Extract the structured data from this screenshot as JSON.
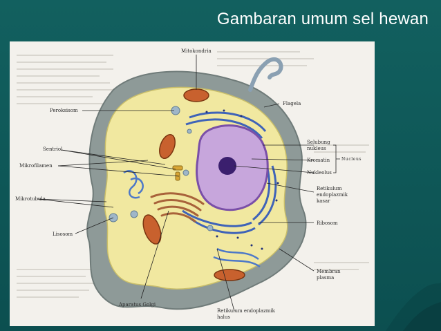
{
  "slide": {
    "title": "Gambaran umum sel hewan"
  },
  "diagram": {
    "labels": {
      "mitokondria": "Mitokondria",
      "flagela": "Flagela",
      "peroksisom": "Peroksisom",
      "sentriol": "Sentriol",
      "mikrofilamen": "Mikrofilamen",
      "mikrotubula": "Mikrotubula",
      "lisosom": "Lisosom",
      "aparatus_golgi": "Aparatus Golgi",
      "retikulum_halus_1": "Retikulum endoplazmik",
      "retikulum_halus_2": "halus",
      "membran_plasma_1": "Membran",
      "membran_plasma_2": "plasma",
      "ribosom": "Ribosom",
      "retikulum_kasar_1": "Retikulum",
      "retikulum_kasar_2": "endoplazmik",
      "retikulum_kasar_3": "kasar",
      "selubung_1": "Selubung",
      "selubung_2": "nukleus",
      "kromatin": "Kromatin",
      "nukleolus": "Nukleolus",
      "nucleus_group": "Nucleus"
    }
  },
  "colors": {
    "background": "#12605f",
    "cell_outer": "#8e9a98",
    "cytoplasm": "#f1e8a0",
    "nucleus": "#c7a6dc",
    "er": "#3f63b8",
    "mitochondria": "#c8612e",
    "golgi": "#a8623a"
  }
}
